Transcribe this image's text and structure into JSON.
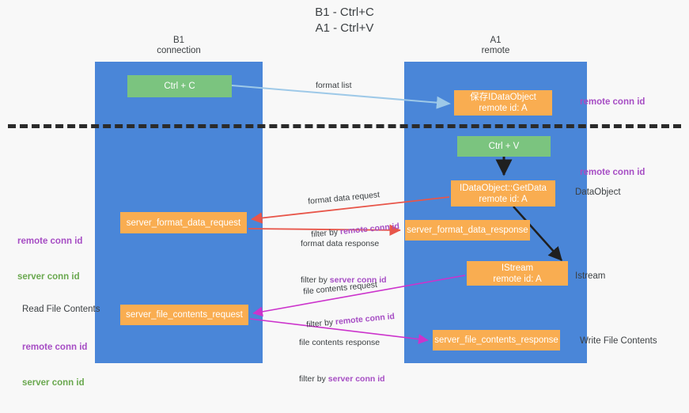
{
  "title": "B1 - Ctrl+C\nA1 - Ctrl+V",
  "lanes": [
    {
      "key": "b1",
      "label": "B1\nconnection"
    },
    {
      "key": "a1",
      "label": "A1\nremote"
    }
  ],
  "nodes": {
    "ctrl_c": {
      "label": "Ctrl + C",
      "color": "#7bc47f"
    },
    "save_idataobject": {
      "line1": "保存IDataObject",
      "line2": "remote id: A",
      "color": "#f9ad51"
    },
    "ctrl_v": {
      "label": "Ctrl + V",
      "color": "#7bc47f"
    },
    "getdata": {
      "line1": "IDataObject::GetData",
      "line2": "remote id: A",
      "color": "#f9ad51"
    },
    "server_format_data_request": {
      "label": "server_format_data_request",
      "color": "#f9ad51"
    },
    "server_format_data_response": {
      "label": "server_format_data_response",
      "color": "#f9ad51"
    },
    "istream": {
      "line1": "IStream",
      "line2": "remote id: A",
      "color": "#f9ad51"
    },
    "server_file_contents_request": {
      "label": "server_file_contents_request",
      "color": "#f9ad51"
    },
    "server_file_contents_response": {
      "label": "server_file_contents_response",
      "color": "#f9ad51"
    }
  },
  "edges": {
    "format_list": {
      "label": "format list"
    },
    "format_data_request": {
      "line1": "format data request",
      "line2_prefix": "filter by ",
      "line2_key": "remote conn id"
    },
    "format_data_response": {
      "line1": "format data response",
      "line2_prefix": "filter by ",
      "line2_key": "server conn id"
    },
    "file_contents_request": {
      "line1": "file contents request",
      "line2_prefix": "filter by ",
      "line2_key": "remote conn id"
    },
    "file_contents_response": {
      "line1": "file contents response",
      "line2_prefix": "filter by ",
      "line2_key": "server conn id"
    }
  },
  "annotations": {
    "remote_conn_id_top": "remote conn id",
    "remote_conn_id_mid": "remote conn id",
    "dataobject": "DataObject",
    "istream_label": "Istream",
    "write_file_contents": "Write File Contents",
    "read_file_contents": "Read File Contents",
    "left_remote_conn_id_1": "remote conn id",
    "left_server_conn_id_1": "server conn id",
    "left_remote_conn_id_2": "remote conn id",
    "left_server_conn_id_2": "server conn id"
  },
  "colors": {
    "lane": "#4a86d8",
    "green_node": "#7bc47f",
    "orange_node": "#f9ad51",
    "purple_text": "#a64dc4",
    "green_text": "#6aa84f",
    "red_arrow": "#e8564a",
    "magenta_arrow": "#cc33cc",
    "blue_arrow": "#9ec9e8",
    "black_arrow": "#1f1f1f",
    "background": "#f8f8f8"
  }
}
